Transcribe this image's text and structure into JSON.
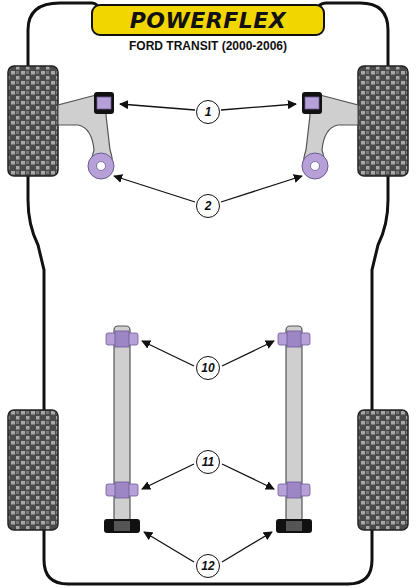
{
  "diagram": {
    "title": "FORD TRANSIT (2000-2006)",
    "nodes": [
      {
        "text": [
          "1"
        ]
      },
      {
        "text": [
          "2"
        ]
      },
      {
        "text": [
          "10"
        ]
      },
      {
        "text": [
          "11"
        ]
      },
      {
        "text": [
          "12"
        ]
      }
    ],
    "labels": [
      "POWERFLEX"
    ]
  }
}
